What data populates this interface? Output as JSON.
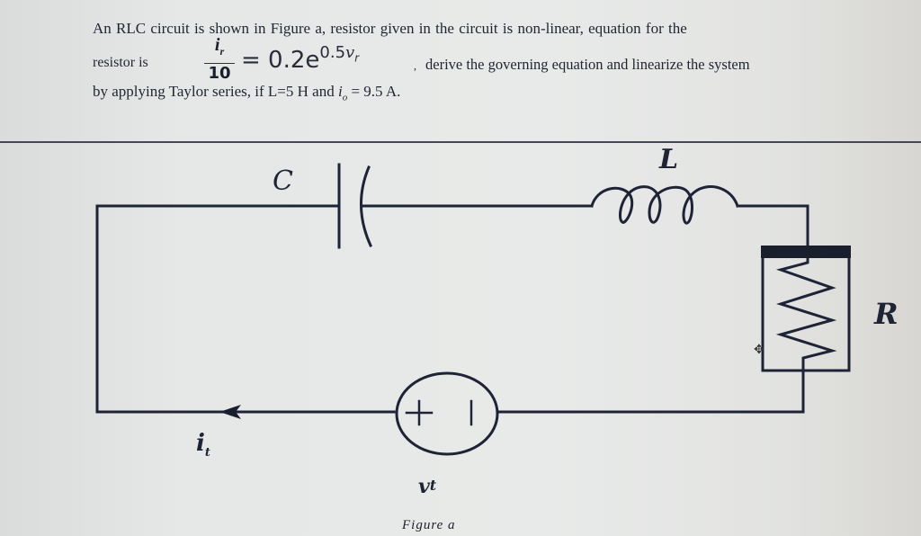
{
  "problem": {
    "line1": "An RLC circuit is shown in Figure a, resistor given in the circuit is non-linear,  equation for the",
    "line2_prefix": "resistor is",
    "equation": {
      "numerator": "i",
      "numerator_sub": "r",
      "denominator": "10",
      "equals": "= 0.2e",
      "exponent": "0.5",
      "exponent_var": "v",
      "exponent_sub": "r"
    },
    "line2_comma": ",",
    "line2_suffix": "derive the governing equation and linearize the system",
    "line3_prefix": "by applying Taylor series, if L=5 H and",
    "line3_var": "i",
    "line3_var_sub": "o",
    "line3_suffix": "= 9.5 A."
  },
  "figure": {
    "capacitor_label": "C",
    "inductor_label": "L",
    "resistor_label": "R",
    "current_label": "i",
    "current_sub": "t",
    "voltage_label": "v",
    "voltage_sub": "t",
    "source_plus": "+",
    "source_minus": "|",
    "caption": "Figure a",
    "wire_color": "#1e2336"
  }
}
